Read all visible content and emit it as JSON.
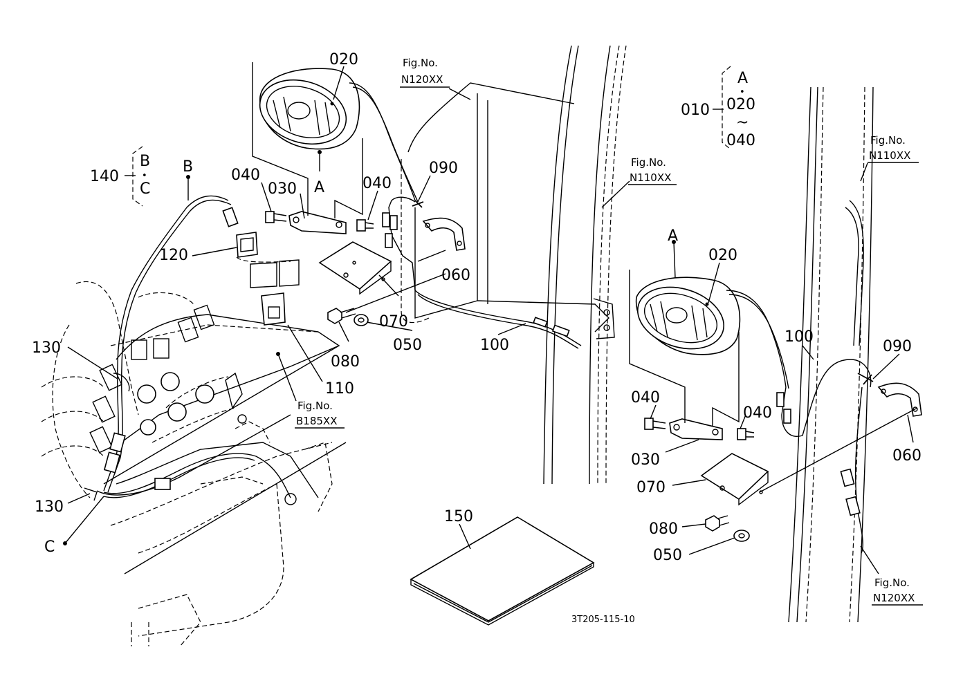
{
  "callouts": {
    "c020_top": "020",
    "c020_right": "020",
    "c040_a": "040",
    "c040_b": "040",
    "c040_c": "040",
    "c040_d": "040",
    "c030_top": "030",
    "c030_right": "030",
    "c090_top": "090",
    "c090_right": "090",
    "c060_top": "060",
    "c060_right": "060",
    "c070_top": "070",
    "c070_right": "070",
    "c050_top": "050",
    "c050_right": "050",
    "c080_top": "080",
    "c080_right": "080",
    "c100_mid": "100",
    "c100_right": "100",
    "c110": "110",
    "c120": "120",
    "c130_a": "130",
    "c130_b": "130",
    "c150": "150"
  },
  "letters": {
    "a_top": "A",
    "a_right": "A",
    "b": "B",
    "c": "C"
  },
  "group140": {
    "number": "140",
    "first": "B",
    "dot": "•",
    "second": "C"
  },
  "group010": {
    "number": "010",
    "first": "A",
    "dot": "•",
    "from": "020",
    "tilde": "~",
    "to": "040"
  },
  "figrefs": {
    "n120_top": {
      "line1": "Fig.No.",
      "line2": "N120XX"
    },
    "n110_mid": {
      "line1": "Fig.No.",
      "line2": "N110XX"
    },
    "n110_right": {
      "line1": "Fig.No.",
      "line2": "N110XX"
    },
    "b185": {
      "line1": "Fig.No.",
      "line2": "B185XX"
    },
    "n120_bottom": {
      "line1": "Fig.No.",
      "line2": "N120XX"
    }
  },
  "drawing_code": "3T205-115-10"
}
